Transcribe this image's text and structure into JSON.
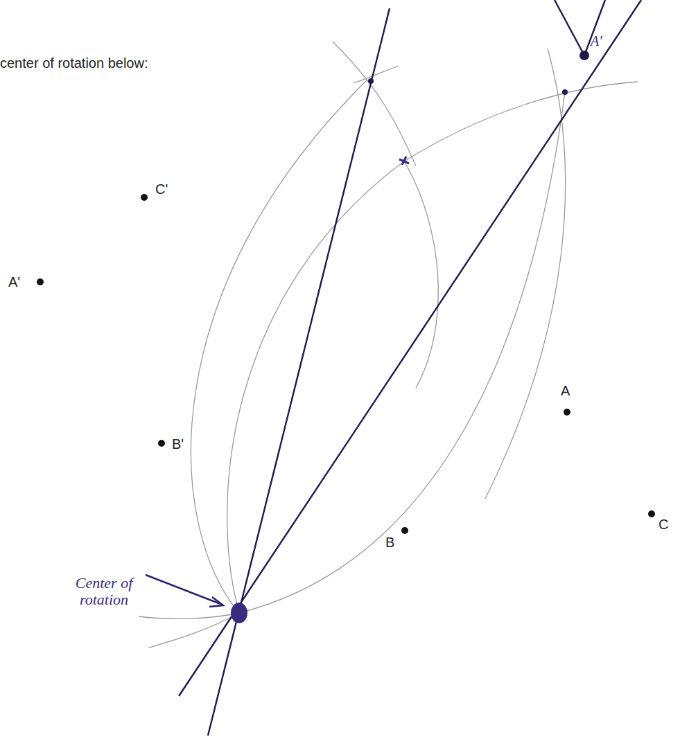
{
  "diagram": {
    "labels": [
      "center of rotation below:",
      "A'",
      "C'",
      "A'",
      "B'",
      "A",
      "B",
      "C",
      "Center of rotation"
    ]
  }
}
